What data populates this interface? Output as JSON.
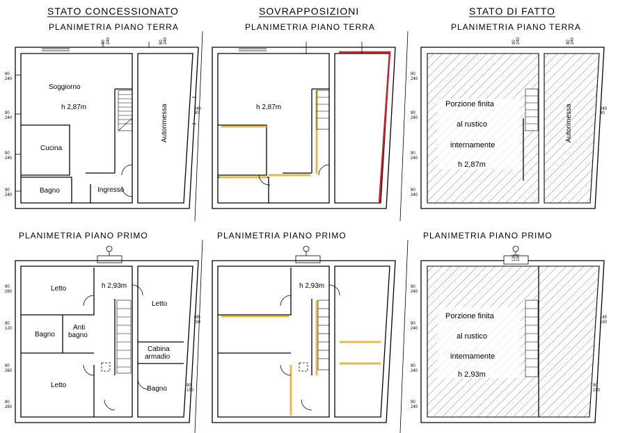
{
  "headers": {
    "left": "STATO CONCESSIONATO",
    "middle": "SOVRAPPOSIZIONI",
    "right": "STATO DI FATTO"
  },
  "plans": {
    "ground": "PLANIMETRIA PIANO TERRA",
    "first": "PLANIMETRIA PIANO PRIMO"
  },
  "rooms": {
    "soggiorno": "Soggiorno",
    "cucina": "Cucina",
    "bagno": "Bagno",
    "ingresso": "Ingresso",
    "autorimessa": "Autorimessa",
    "letto": "Letto",
    "anti_bagno_1": "Anti",
    "anti_bagno_2": "bagno",
    "cabina_1": "Cabina",
    "cabina_2": "armadio"
  },
  "heights": {
    "ground": "h 2,87m",
    "first": "h 2,93m",
    "ground_fatto": "h 2,87m",
    "first_fatto": "h 2,93m"
  },
  "rustico": {
    "line1": "Porzione finita",
    "line2": "al rustico",
    "line3": "internamente"
  },
  "dims": {
    "d90": "90",
    "d240": "240",
    "d260": "260",
    "d120": "120",
    "d145": "145",
    "d150": "150",
    "d135": "135",
    "d80": "80",
    "d240_2": "240",
    "d80b": "80"
  },
  "colors": {
    "background": "#ffffff",
    "lines": "#000000",
    "overlay_yellow": "#e8b84a",
    "overlay_red": "#c8202a",
    "hatch": "#444444"
  }
}
